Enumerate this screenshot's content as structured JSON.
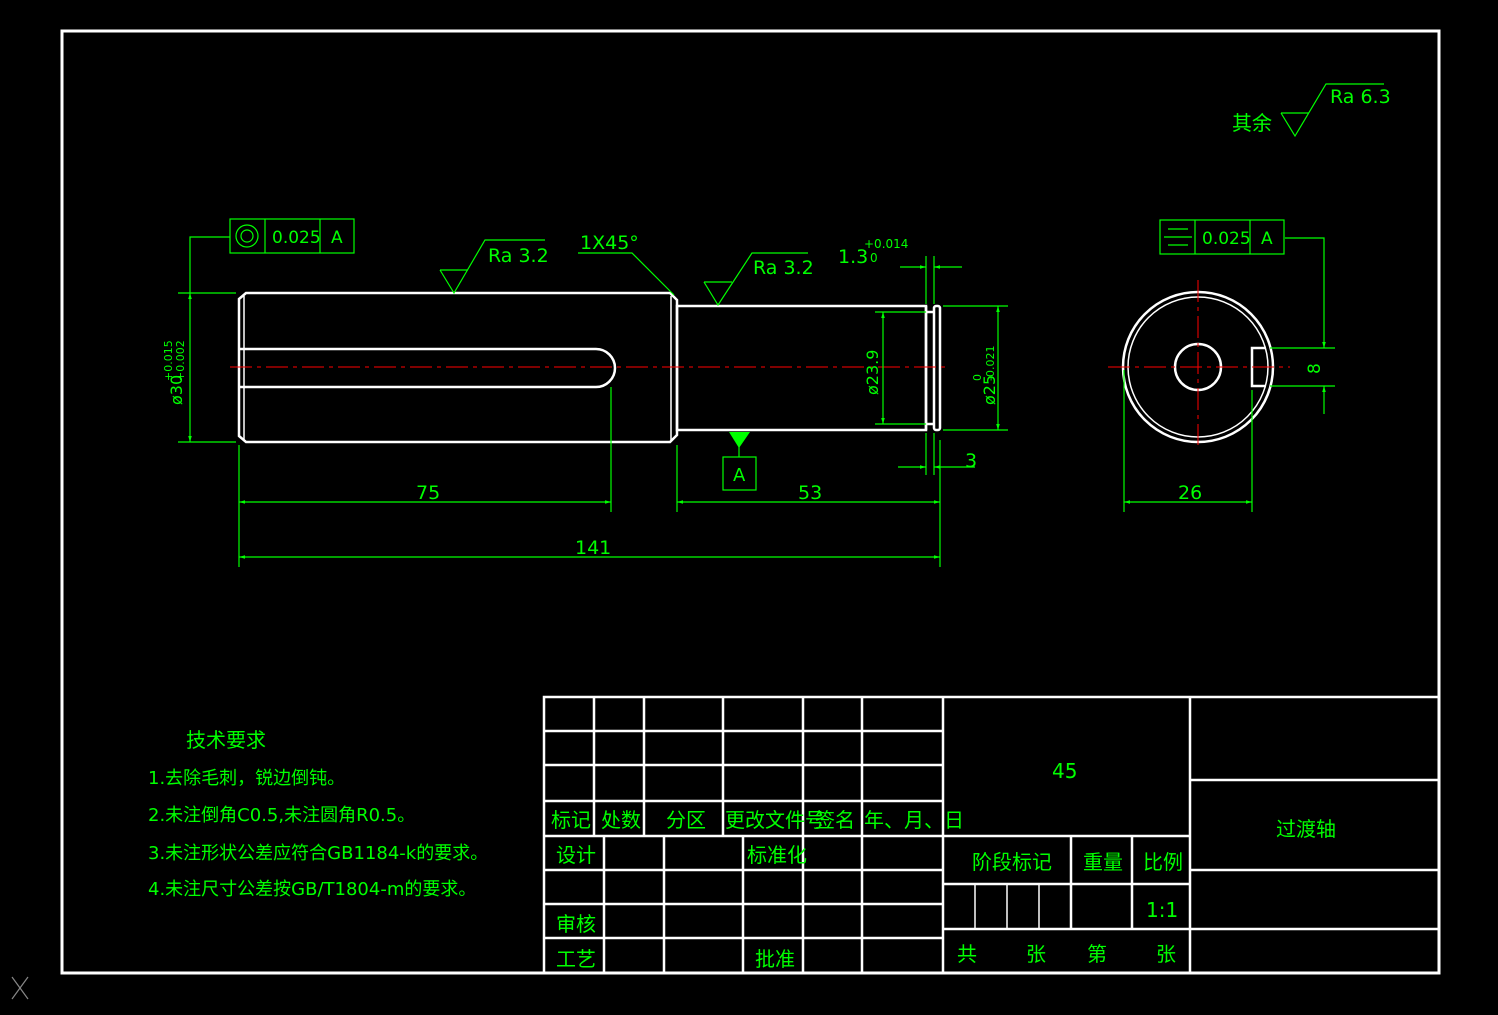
{
  "drawing": {
    "surface_roughness": {
      "other_label": "其余",
      "other_value": "Ra 6.3",
      "left_value": "Ra 3.2",
      "mid_value": "Ra 3.2"
    },
    "chamfer": "1X45°",
    "groove": {
      "base": "1.3",
      "upper": "+0.014",
      "lower": "0"
    },
    "tolerance_frames": {
      "concentricity": {
        "value": "0.025",
        "datum": "A"
      },
      "symmetry": {
        "value": "0.025",
        "datum": "A"
      }
    },
    "datum_label": "A",
    "diameters": {
      "left": "ø30+0.015/+0.002",
      "left_base": "ø30",
      "left_tol_upper": "+0.015",
      "left_tol_lower": "+0.002",
      "groove": "ø23.9",
      "right_base": "ø25",
      "right_tol_upper": "0",
      "right_tol_lower": "-0.021"
    },
    "lengths": {
      "key": "75",
      "right": "53",
      "total": "141",
      "groove_width": "3"
    },
    "section": {
      "key_width": "8",
      "depth": "26"
    }
  },
  "notes": {
    "title": "技术要求",
    "items": [
      "1.去除毛刺，锐边倒钝。",
      "2.未注倒角C0.5,未注圆角R0.5。",
      "3.未注形状公差应符合GB1184-k的要求。",
      "4.未注尺寸公差按GB/T1804-m的要求。"
    ]
  },
  "title_block": {
    "headers": [
      "标记",
      "处数",
      "分区",
      "更改文件号",
      "签名",
      "年、月、日"
    ],
    "design": "设计",
    "standardize": "标准化",
    "review": "审核",
    "process": "工艺",
    "approve": "批准",
    "material": "45",
    "stage_mark": "阶段标记",
    "weight": "重量",
    "scale_label": "比例",
    "scale_value": "1:1",
    "part_name": "过渡轴",
    "sheet_total": "共",
    "sheet_unit1": "张",
    "sheet_index": "第",
    "sheet_unit2": "张"
  },
  "colors": {
    "outline": "#ffffff",
    "dimension": "#00ff00",
    "centerline": "#ff0000"
  }
}
